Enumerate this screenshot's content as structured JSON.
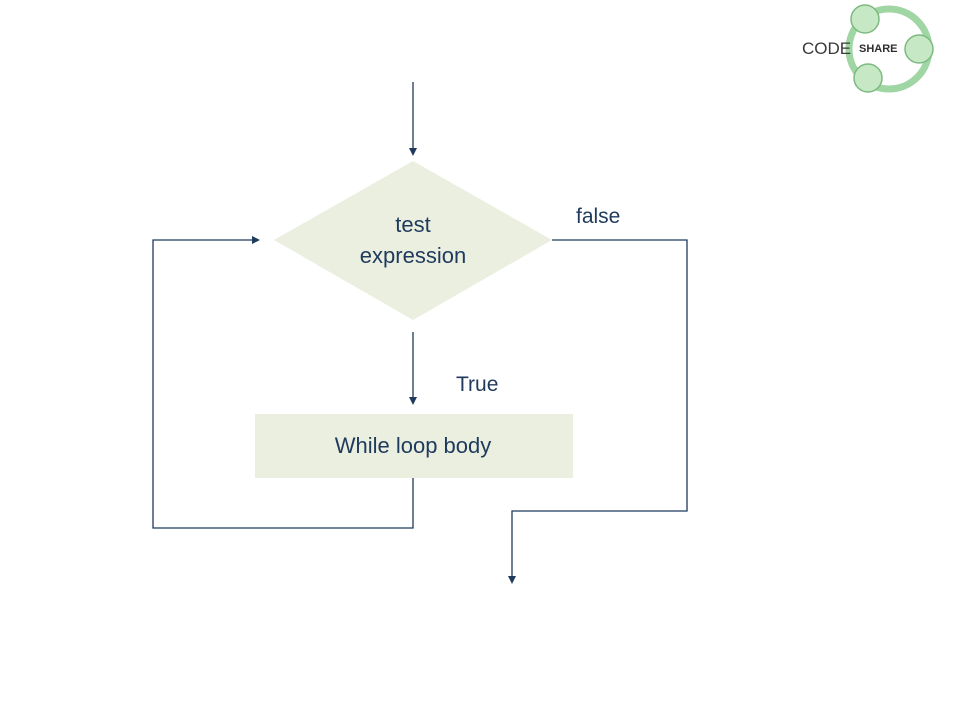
{
  "logo": {
    "code": "CODE",
    "share": "SHARE"
  },
  "diagram": {
    "decision": {
      "line1": "test",
      "line2": "expression"
    },
    "body_label": "While loop body",
    "true_label": "True",
    "false_label": "false"
  },
  "colors": {
    "shape_fill": "#ebefe0",
    "line": "#1f3a5c",
    "logo_green": "#9fd6a4",
    "logo_green_stroke": "#7cb981"
  }
}
